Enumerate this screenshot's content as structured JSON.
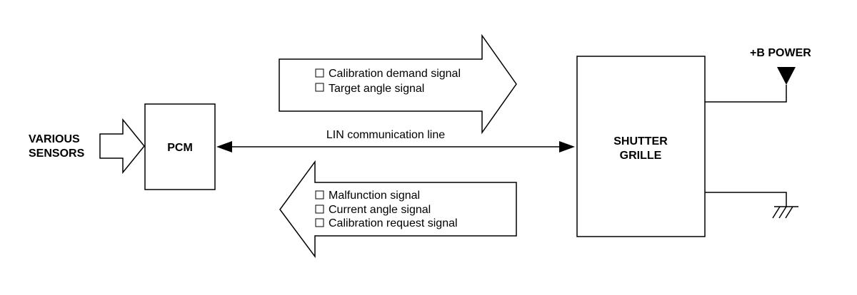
{
  "blocks": {
    "sensors": {
      "line1": "VARIOUS",
      "line2": "SENSORS"
    },
    "pcm": {
      "label": "PCM"
    },
    "shutter": {
      "line1": "SHUTTER",
      "line2": "GRILLE"
    },
    "power": {
      "label": "+B POWER"
    }
  },
  "link": {
    "label": "LIN communication line"
  },
  "signals_to_shutter": [
    "Calibration demand signal",
    "Target angle signal"
  ],
  "signals_to_pcm": [
    "Malfunction signal",
    "Current angle signal",
    "Calibration request signal"
  ]
}
